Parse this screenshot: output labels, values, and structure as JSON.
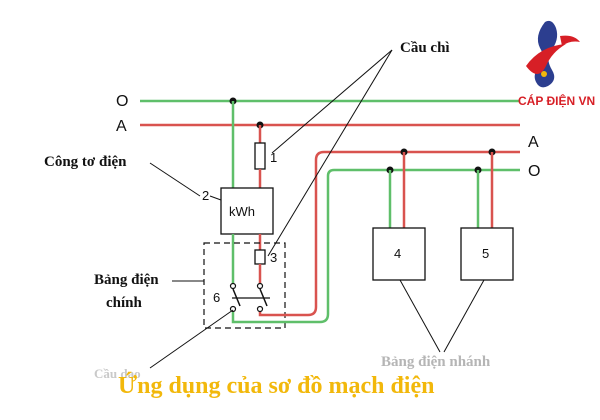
{
  "labels": {
    "fuse": "Cầu chì",
    "meter": "Công tơ điện",
    "main_panel_line1": "Bảng điện",
    "main_panel_line2": "chính",
    "switch": "Cầu dao",
    "branch_panels": "Bảng điện nhánh",
    "wire_o": "O",
    "wire_a": "A",
    "meter_unit": "kWh"
  },
  "numbers": {
    "n1": "1",
    "n2": "2",
    "n3": "3",
    "n4": "4",
    "n5": "5",
    "n6": "6"
  },
  "caption": "Ứng dụng của sơ đồ mạch điện",
  "brand": {
    "name": "CÁP ĐIỆN VN"
  },
  "colors": {
    "neutral_wire": "#5fbf6a",
    "phase_wire": "#d9534f",
    "caption": "#f2b80b",
    "brand_red": "#d71f26",
    "brand_blue": "#2c3e8f"
  }
}
